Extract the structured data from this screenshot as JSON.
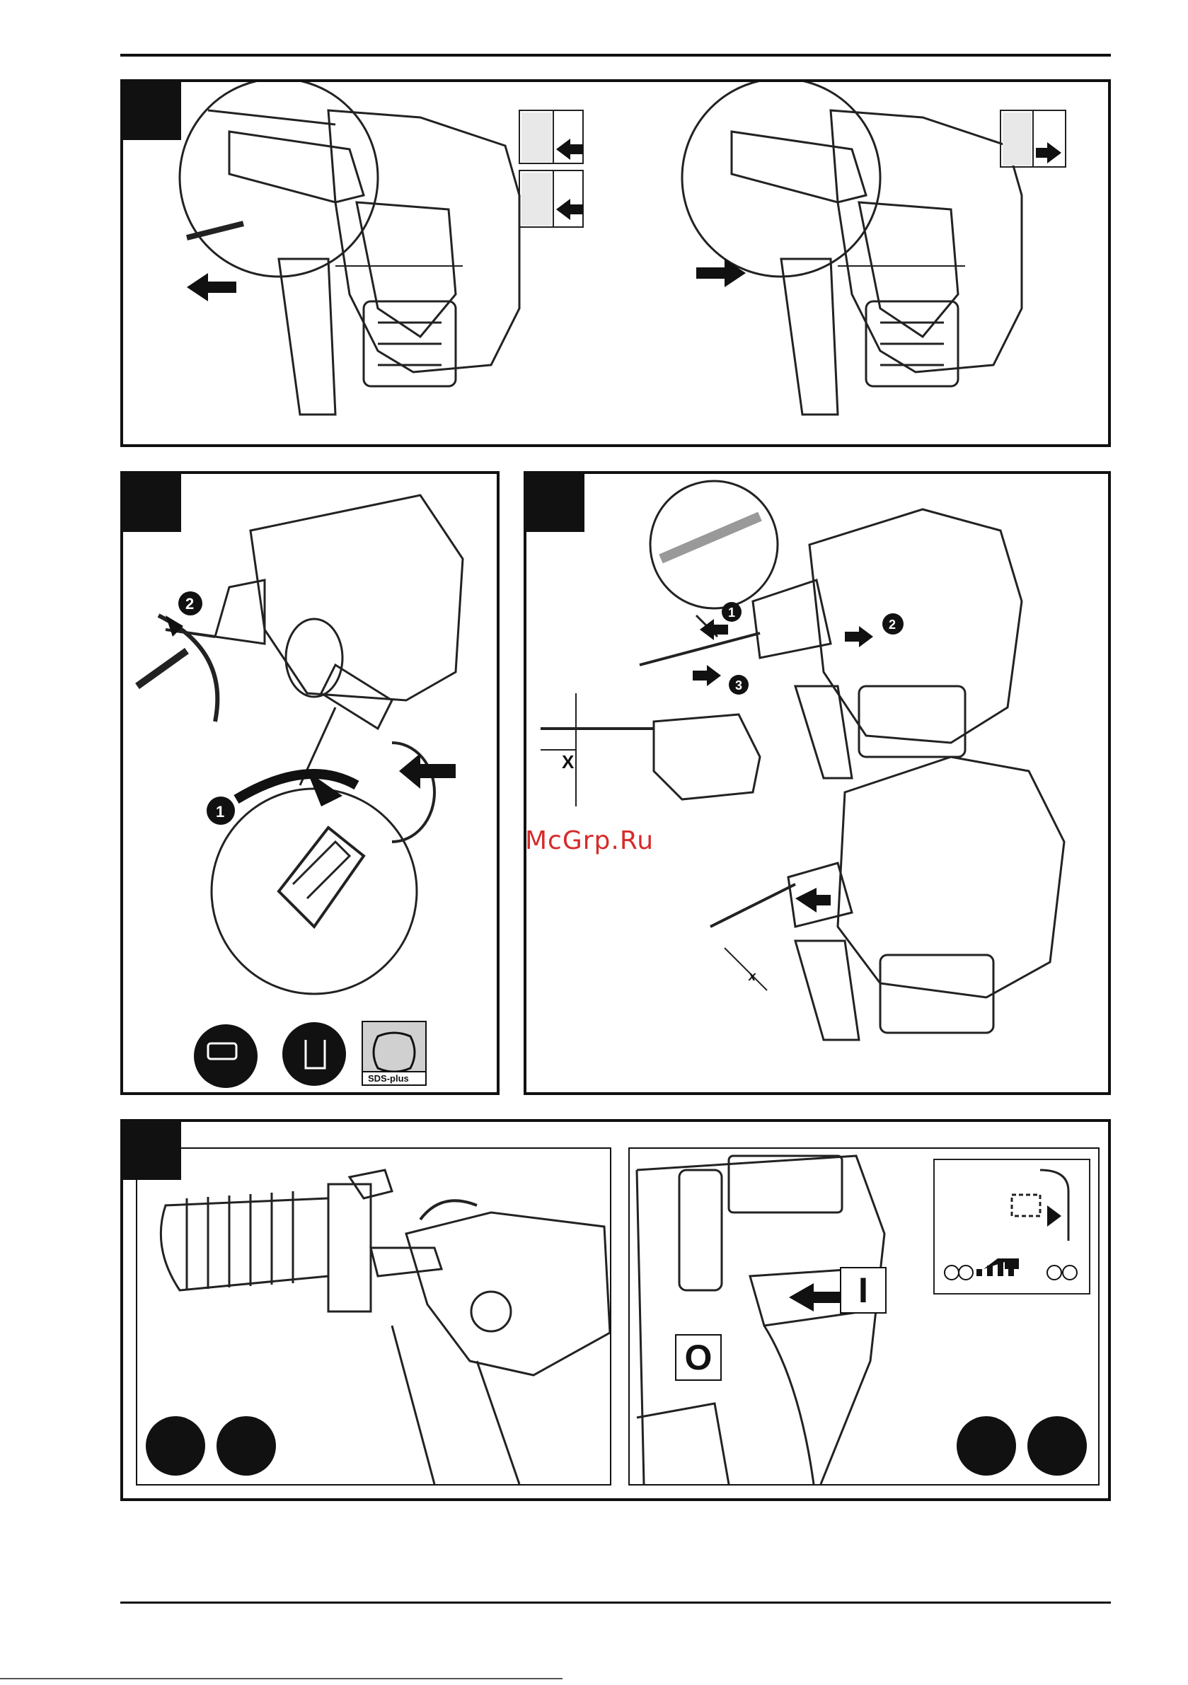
{
  "watermark": "McGrp.Ru",
  "figure_mode": {
    "sds_label": "SDS-plus",
    "mode_on_symbol": "I",
    "mode_off_symbol": "O",
    "depth_label": "X",
    "depth_label_small": "x",
    "steps": [
      "1",
      "2",
      "3"
    ]
  },
  "icons": {
    "battery": "battery-remove-icon",
    "gloves": "gloves-icon",
    "hearing": "hearing-protection-icon",
    "eyes": "eye-protection-icon",
    "sds": "sds-plus-icon"
  }
}
